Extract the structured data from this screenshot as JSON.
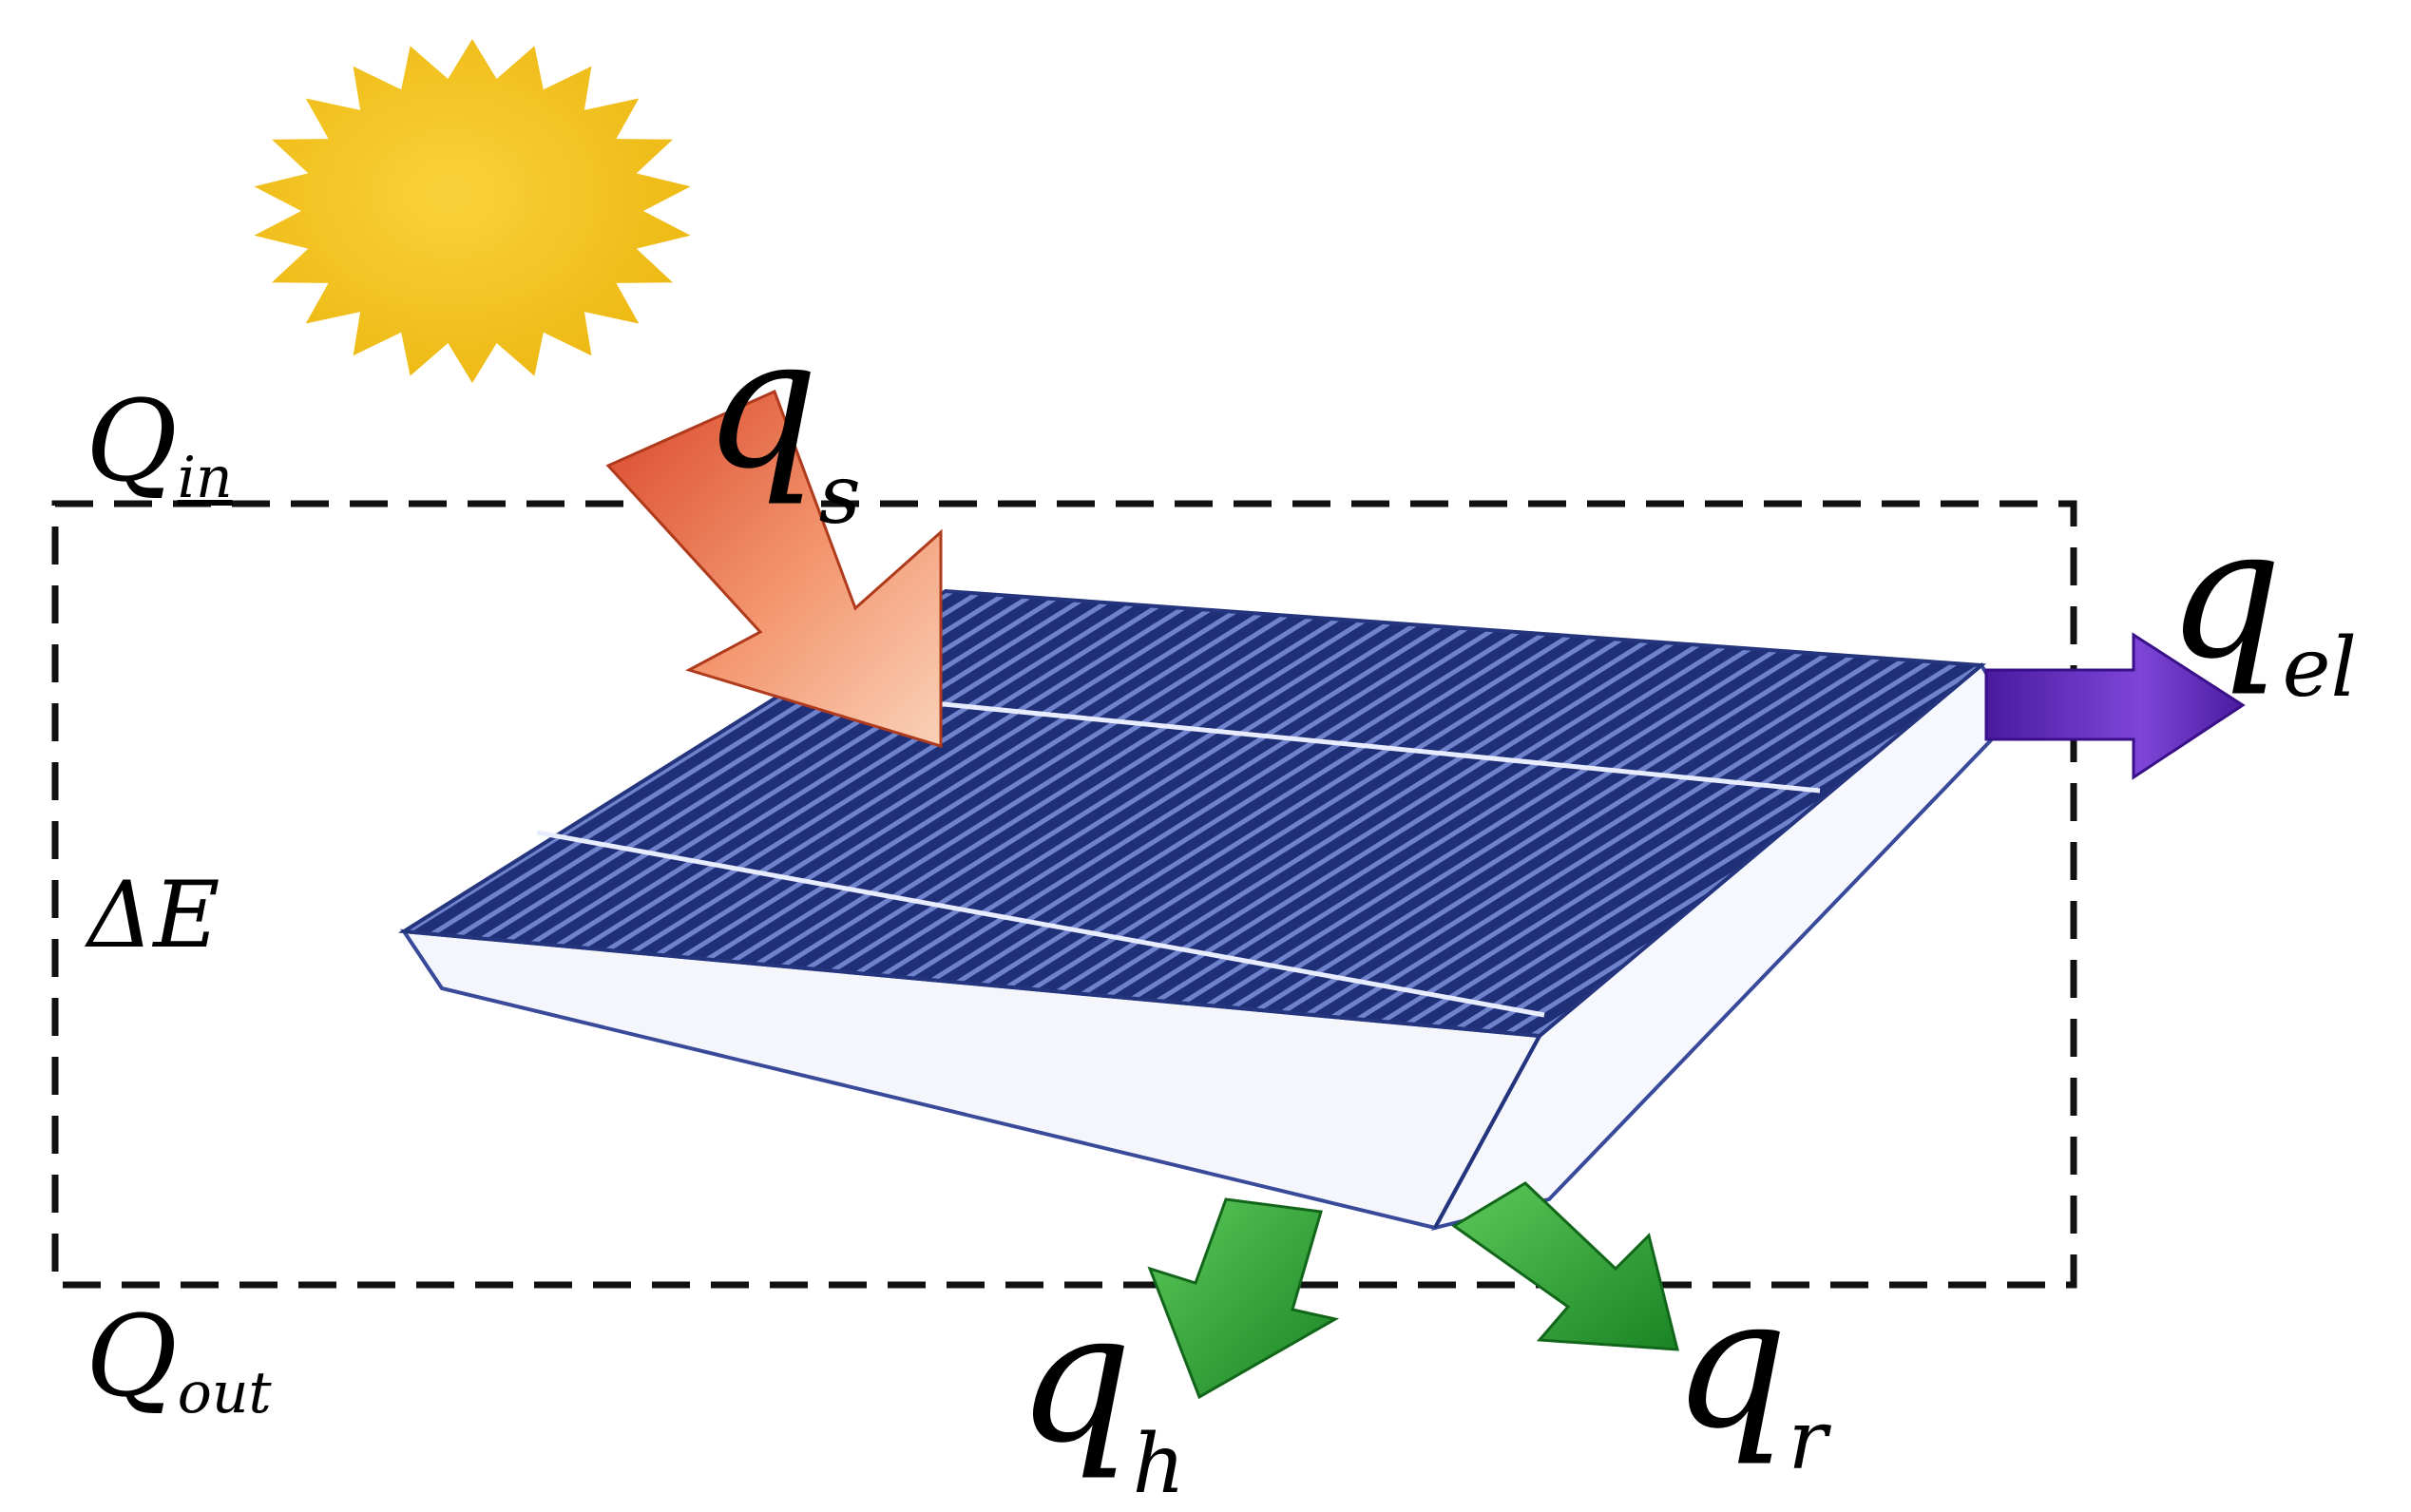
{
  "labels": {
    "q_s": {
      "main": "q",
      "sub": "s"
    },
    "q_el": {
      "main": "q",
      "sub": "el"
    },
    "q_h": {
      "main": "q",
      "sub": "h"
    },
    "q_r": {
      "main": "q",
      "sub": "r"
    },
    "Q_in": {
      "main": "Q",
      "sub": "in"
    },
    "Q_out": {
      "main": "Q",
      "sub": "out"
    },
    "delta_E": "ΔE"
  },
  "colors": {
    "sun": "#F5C518",
    "sun_ray": "#F5C518",
    "incoming_arrow": "#E8683C",
    "incoming_arrow_light": "#F8C0A0",
    "electric_arrow": "#5A20B0",
    "electric_arrow_light": "#9A6AE0",
    "loss_arrow": "#1F9A2A",
    "loss_arrow_light": "#7CD47C",
    "panel_dark": "#1F2F78",
    "panel_stripe": "#7A8CD0",
    "panel_edge": "#f2f4fb",
    "boundary": "#111111"
  },
  "icons": {
    "sun": "sun-icon",
    "panel": "solar-panel-icon"
  }
}
